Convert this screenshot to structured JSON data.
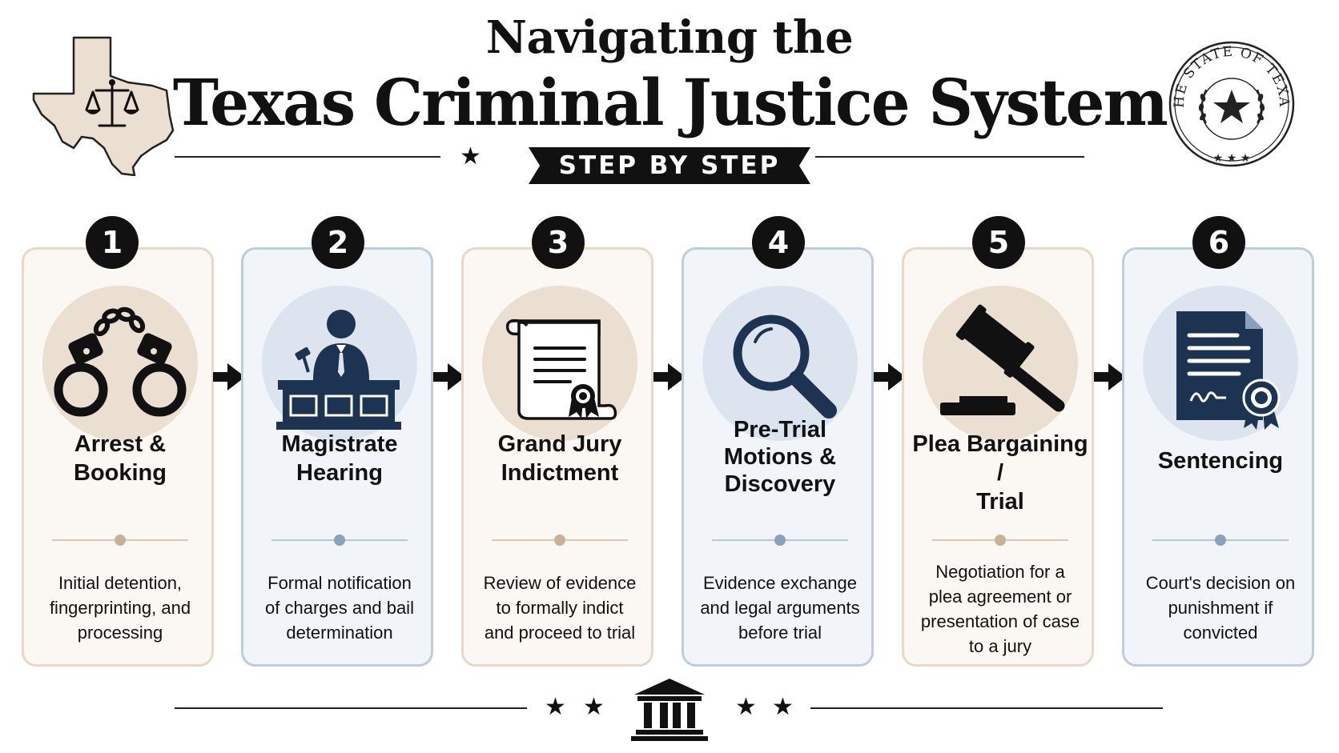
{
  "header": {
    "title_line1": "Navigating the",
    "title_line2": "Texas Criminal Justice System",
    "banner": "STEP BY STEP",
    "seal_text": "THE STATE OF TEXAS"
  },
  "steps": [
    {
      "number": "1",
      "title_lines": [
        "Arrest &",
        "Booking"
      ],
      "desc_lines": [
        "Initial detention,",
        "fingerprinting, and",
        "processing"
      ],
      "icon": "handcuffs-icon",
      "theme": "beige"
    },
    {
      "number": "2",
      "title_lines": [
        "Magistrate",
        "Hearing"
      ],
      "desc_lines": [
        "Formal notification",
        "of charges and bail",
        "determination"
      ],
      "icon": "magistrate-icon",
      "theme": "blue"
    },
    {
      "number": "3",
      "title_lines": [
        "Grand Jury",
        "Indictment"
      ],
      "desc_lines": [
        "Review of evidence",
        "to formally indict",
        "and proceed to trial"
      ],
      "icon": "scroll-document-icon",
      "theme": "beige"
    },
    {
      "number": "4",
      "title_lines": [
        "Pre-Trial",
        "Motions &",
        "Discovery"
      ],
      "desc_lines": [
        "Evidence exchange",
        "and legal arguments",
        "before trial"
      ],
      "icon": "magnifying-glass-icon",
      "theme": "blue"
    },
    {
      "number": "5",
      "title_lines": [
        "Plea Bargaining /",
        "Trial"
      ],
      "desc_lines": [
        "Negotiation for a",
        "plea agreement or",
        "presentation of case",
        "to a jury"
      ],
      "icon": "gavel-icon",
      "theme": "beige"
    },
    {
      "number": "6",
      "title_lines": [
        "Sentencing"
      ],
      "desc_lines": [
        "Court's decision on",
        "punishment if",
        "convicted"
      ],
      "icon": "certificate-icon",
      "theme": "blue"
    }
  ],
  "colors": {
    "navy": "#1c3352",
    "beige_bg": "#fbf7f2",
    "blue_bg": "#f1f4f9",
    "ink": "#111111"
  }
}
